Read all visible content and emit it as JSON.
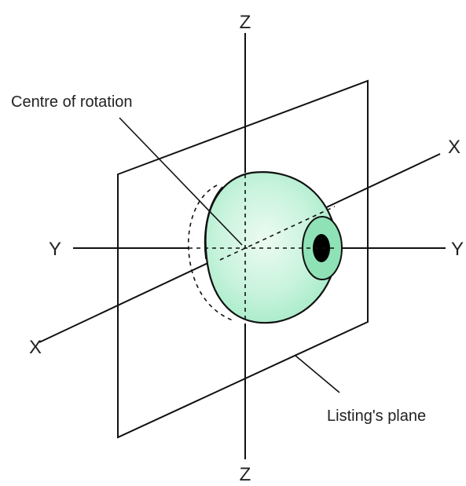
{
  "axes": {
    "z_top": "Z",
    "z_bottom": "Z",
    "y_left": "Y",
    "y_right": "Y",
    "x_upper": "X",
    "x_lower": "X"
  },
  "labels": {
    "centre_of_rotation": "Centre of rotation",
    "listings_plane": "Listing's plane"
  },
  "colors": {
    "eyeball_light": "#ecfbf1",
    "eyeball_dark": "#9ee9c3",
    "iris": "#8fe2b6",
    "pupil": "#000000",
    "lines": "#111111"
  },
  "icons": {
    "eyeball": "eyeball-icon"
  }
}
